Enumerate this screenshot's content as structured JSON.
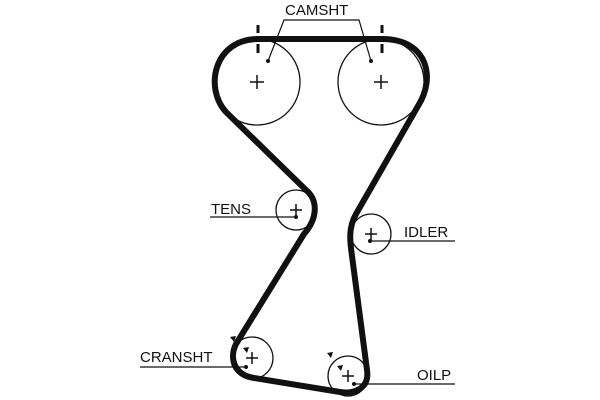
{
  "labels": {
    "camshaft": "CAMSHT",
    "tensioner": "TENS",
    "idler": "IDLER",
    "crankshaft": "CRANSHT",
    "oil_pump": "OILP"
  },
  "colors": {
    "line": "#111111",
    "background": "#ffffff"
  }
}
